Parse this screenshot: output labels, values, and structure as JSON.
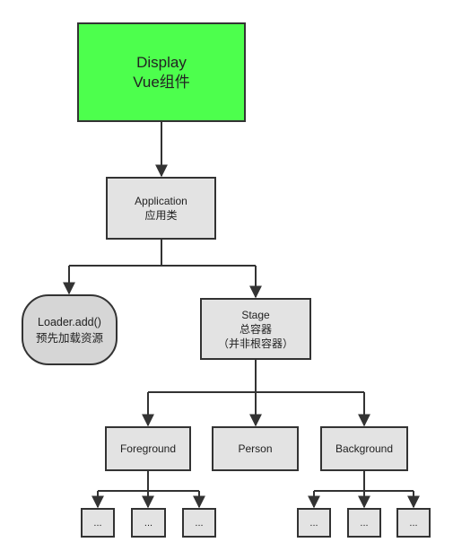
{
  "nodes": {
    "display": {
      "line1": "Display",
      "line2": "Vue组件"
    },
    "application": {
      "line1": "Application",
      "line2": "应用类"
    },
    "loader": {
      "line1": "Loader.add()",
      "line2": "预先加载资源"
    },
    "stage": {
      "line1": "Stage",
      "line2": "总容器",
      "line3": "（并非根容器）"
    },
    "foreground": {
      "label": "Foreground"
    },
    "person": {
      "label": "Person"
    },
    "background": {
      "label": "Background"
    },
    "ellipsis": "..."
  },
  "colors": {
    "display_fill": "#4dff4d",
    "box_fill": "#e3e3e3",
    "loader_fill": "#d6d6d6",
    "stroke": "#333333"
  }
}
